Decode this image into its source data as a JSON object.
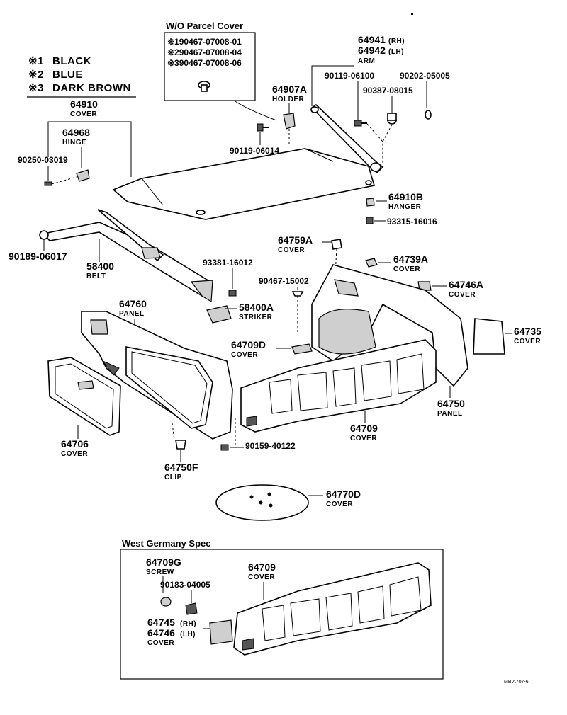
{
  "legend": {
    "items": [
      {
        "mark": "※1",
        "text": "BLACK"
      },
      {
        "mark": "※2",
        "text": "BLUE"
      },
      {
        "mark": "※3",
        "text": "DARK BROWN"
      }
    ]
  },
  "parcel_box": {
    "title": "W/O Parcel Cover",
    "lines": [
      "※190467-07008-01",
      "※290467-07008-04",
      "※390467-07008-06"
    ]
  },
  "labels": {
    "l64941": "64941",
    "l64941_suffix": "(RH)",
    "l64942": "64942",
    "l64942_suffix": "(LH)",
    "arm": "ARM",
    "l90119_06100": "90119-06100",
    "l90202_05005": "90202-05005",
    "l90387_08015": "90387-08015",
    "l64907a": "64907A",
    "holder": "HOLDER",
    "l90119_06014": "90119-06014",
    "l64910": "64910",
    "cover_64910": "COVER",
    "l64968": "64968",
    "hinge": "HINGE",
    "l90250_03019": "90250-03019",
    "l64910b": "64910B",
    "hanger": "HANGER",
    "l93315_16016": "93315-16016",
    "l90189_06017": "90189-06017",
    "l58400": "58400",
    "belt": "BELT",
    "l93381_16012": "93381-16012",
    "l58400a": "58400A",
    "striker": "STRIKER",
    "l64759a": "64759A",
    "cover_64759a": "COVER",
    "l64739a": "64739A",
    "cover_64739a": "COVER",
    "l90467_15002": "90467-15002",
    "l64746a": "64746A",
    "cover_64746a": "COVER",
    "l64760": "64760",
    "panel_64760": "PANEL",
    "l64709d": "64709D",
    "cover_64709d": "COVER",
    "l64735": "64735",
    "cover_64735": "COVER",
    "l64750": "64750",
    "panel_64750": "PANEL",
    "l64709": "64709",
    "cover_64709": "COVER",
    "l64706": "64706",
    "cover_64706": "COVER",
    "l90159_40122": "90159-40122",
    "l64750f": "64750F",
    "clip": "CLIP",
    "l64770d": "64770D",
    "cover_64770d": "COVER"
  },
  "wg_box": {
    "title": "West Germany Spec",
    "l64709g": "64709G",
    "screw": "SCREW",
    "l90183_04005": "90183-04005",
    "l64709": "64709",
    "cover_64709": "COVER",
    "l64745": "64745",
    "l64745_suffix": "(RH)",
    "l64746": "64746",
    "l64746_suffix": "(LH)",
    "cover_64746": "COVER"
  },
  "ref_code": "MB A707-6"
}
